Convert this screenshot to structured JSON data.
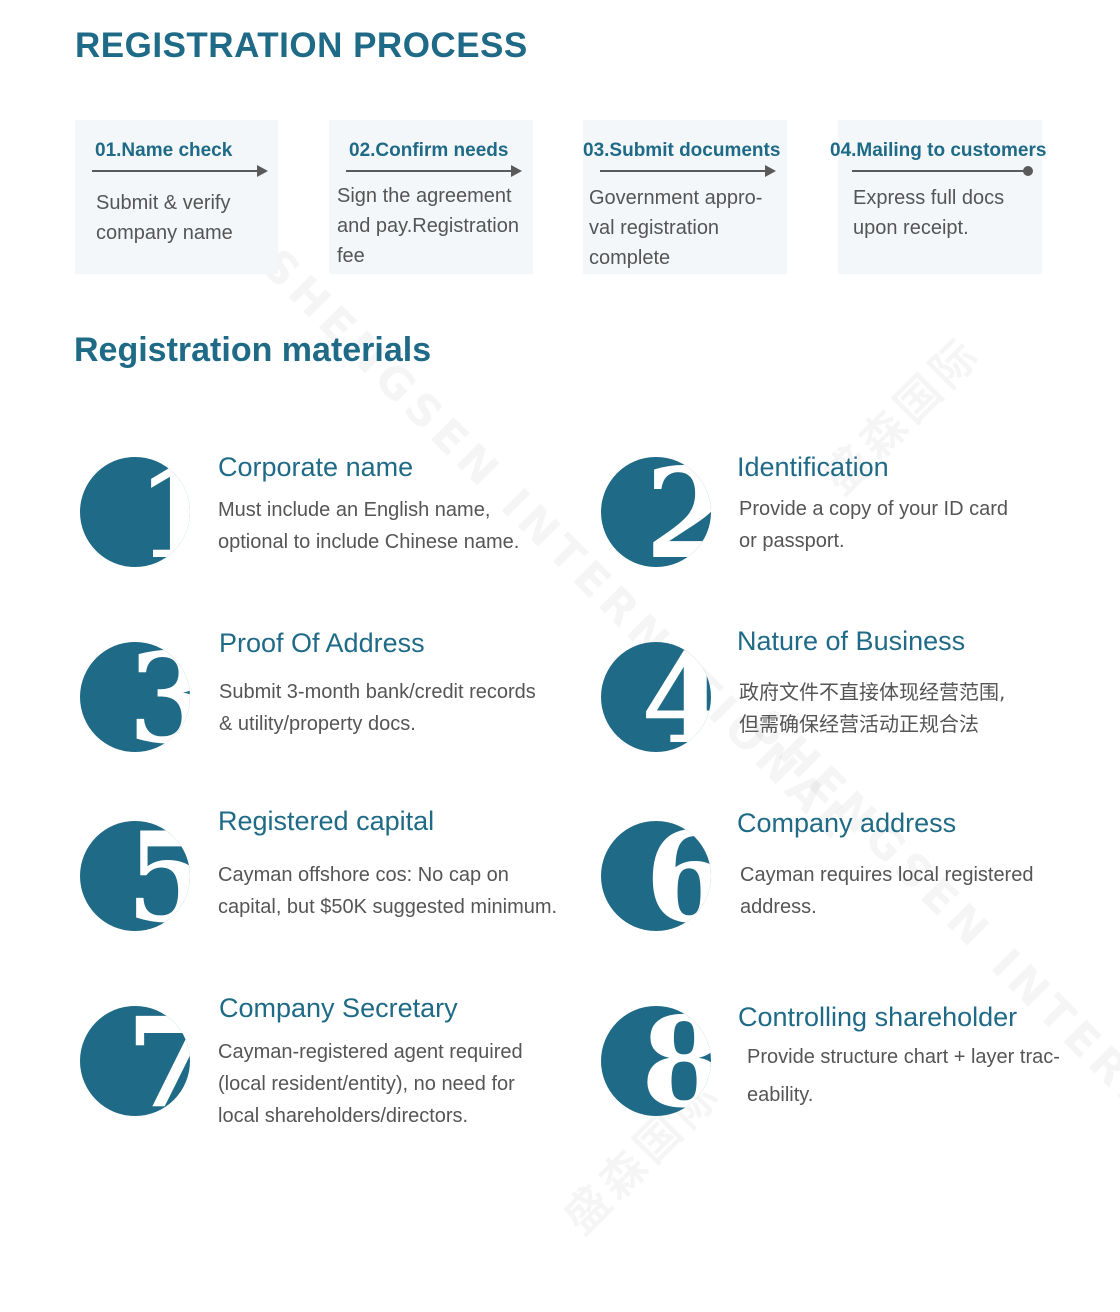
{
  "headings": {
    "process": "REGISTRATION PROCESS",
    "materials": "Registration materials"
  },
  "steps": [
    {
      "title": "01.Name check",
      "desc": [
        "Submit & verify",
        "company name"
      ]
    },
    {
      "title": "02.Confirm needs",
      "desc": [
        "Sign the agreement",
        "and pay.Registration",
        "fee"
      ]
    },
    {
      "title": "03.Submit documents",
      "desc": [
        "Government appro-",
        "val registration",
        "complete"
      ]
    },
    {
      "title": "04.Mailing to customers",
      "desc": [
        "Express full docs",
        "upon receipt."
      ]
    }
  ],
  "materials": [
    {
      "num": "1",
      "title": "Corporate name",
      "desc": [
        "Must include an English name,",
        "optional to include Chinese name."
      ]
    },
    {
      "num": "2",
      "title": "Identification",
      "desc": [
        "Provide a copy of your ID card",
        "or passport."
      ]
    },
    {
      "num": "3",
      "title": "Proof Of Address",
      "desc": [
        "Submit 3-month bank/credit records",
        "& utility/property docs."
      ]
    },
    {
      "num": "4",
      "title": "Nature of Business",
      "desc": [
        "政府文件不直接体现经营范围,",
        "但需确保经营活动正规合法"
      ]
    },
    {
      "num": "5",
      "title": "Registered capital",
      "desc": [
        "Cayman offshore cos: No cap on",
        "capital, but $50K suggested minimum."
      ]
    },
    {
      "num": "6",
      "title": "Company address",
      "desc": [
        "Cayman requires local registered",
        "address."
      ]
    },
    {
      "num": "7",
      "title": "Company Secretary",
      "desc": [
        "Cayman-registered agent required",
        "(local resident/entity), no need for",
        "local shareholders/directors."
      ]
    },
    {
      "num": "8",
      "title": "Controlling shareholder",
      "desc": [
        "Provide structure chart + layer trac-",
        "eability."
      ]
    }
  ],
  "colors": {
    "accent": "#1f6a86",
    "text": "#555555",
    "card_bg": "#f3f7f9"
  },
  "watermark_text": [
    "SHENGSEN INTERNATIONAL",
    "盛森国际"
  ]
}
